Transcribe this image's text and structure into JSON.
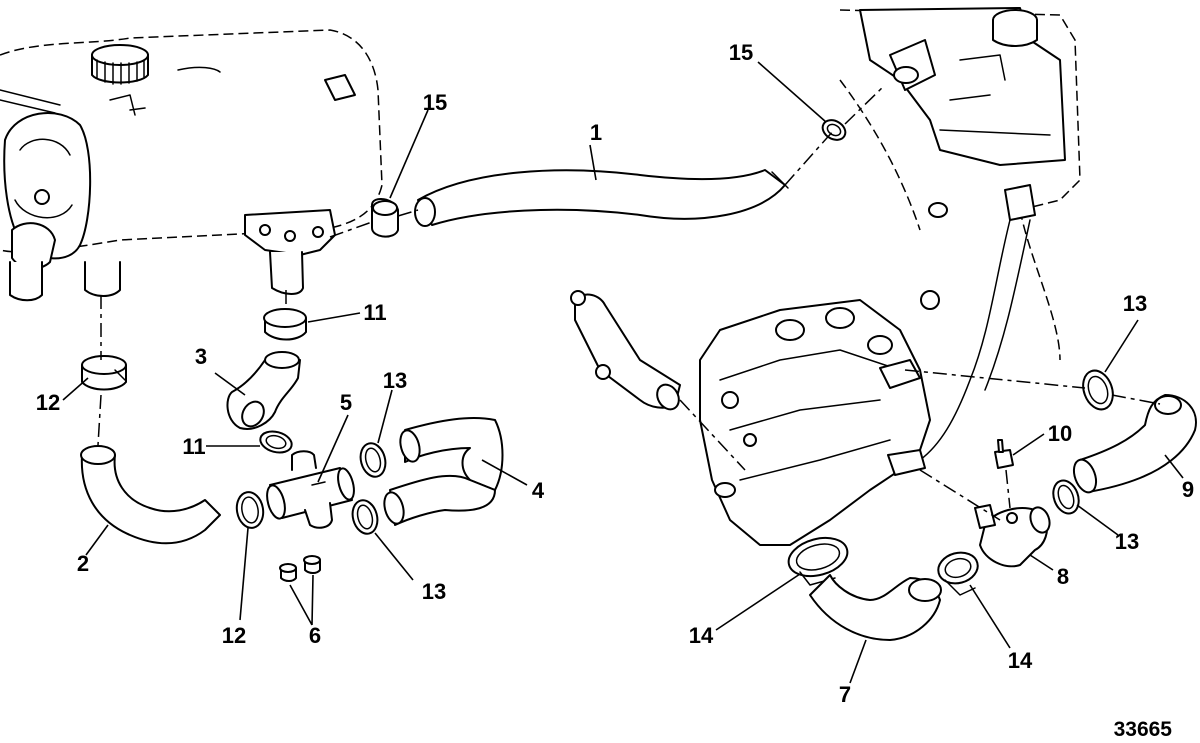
{
  "diagram": {
    "figure_number": "33665",
    "callouts": [
      {
        "id": "c1",
        "label": "1"
      },
      {
        "id": "c2",
        "label": "2"
      },
      {
        "id": "c3",
        "label": "3"
      },
      {
        "id": "c4",
        "label": "4"
      },
      {
        "id": "c5",
        "label": "5"
      },
      {
        "id": "c6",
        "label": "6"
      },
      {
        "id": "c7",
        "label": "7"
      },
      {
        "id": "c8",
        "label": "8"
      },
      {
        "id": "c9",
        "label": "9"
      },
      {
        "id": "c10",
        "label": "10"
      },
      {
        "id": "c11a",
        "label": "11"
      },
      {
        "id": "c11b",
        "label": "11"
      },
      {
        "id": "c12a",
        "label": "12"
      },
      {
        "id": "c12b",
        "label": "12"
      },
      {
        "id": "c13a",
        "label": "13"
      },
      {
        "id": "c13b",
        "label": "13"
      },
      {
        "id": "c13c",
        "label": "13"
      },
      {
        "id": "c13d",
        "label": "13"
      },
      {
        "id": "c14a",
        "label": "14"
      },
      {
        "id": "c14b",
        "label": "14"
      },
      {
        "id": "c15a",
        "label": "15"
      },
      {
        "id": "c15b",
        "label": "15"
      }
    ]
  }
}
